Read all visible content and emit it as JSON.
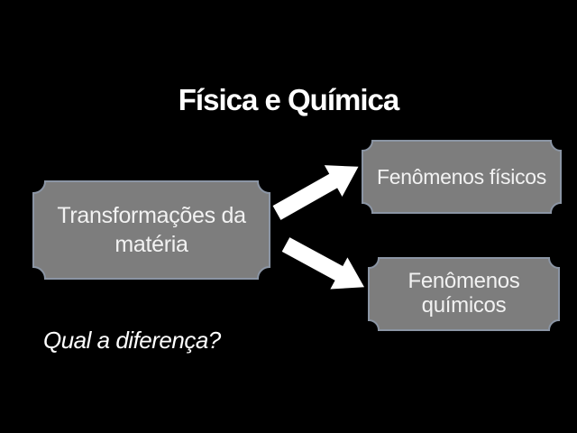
{
  "slide": {
    "title": "Física e Química",
    "question": "Qual a diferença?",
    "boxes": {
      "source": {
        "label": "Transformações da matéria"
      },
      "physical": {
        "label": "Fenômenos físicos"
      },
      "chemical": {
        "label": "Fenômenos químicos"
      }
    },
    "arrows": [
      {
        "name": "arrow-up-right-icon",
        "from": "Transformações da matéria",
        "to": "Fenômenos físicos"
      },
      {
        "name": "arrow-down-right-icon",
        "from": "Transformações da matéria",
        "to": "Fenômenos químicos"
      }
    ],
    "colors": {
      "background": "#000000",
      "box_fill": "#7d7d7d",
      "box_border": "#8b95a4",
      "text": "#f2f2f2",
      "title": "#ffffff",
      "arrow": "#ffffff"
    }
  }
}
